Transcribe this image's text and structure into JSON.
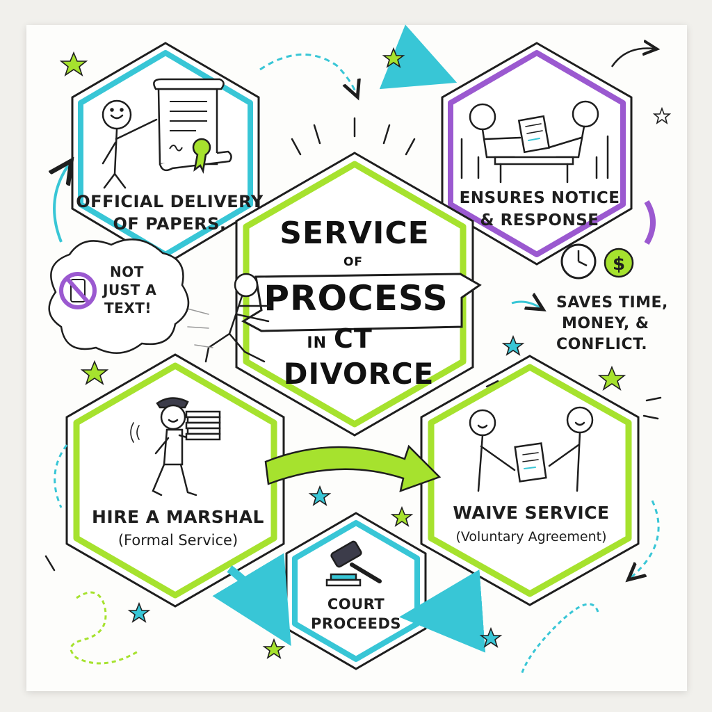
{
  "title": {
    "line1": "SERVICE",
    "line2": "OF",
    "line3": "PROCESS",
    "line4a": "IN",
    "line4b": "CT",
    "line5": "DIVORCE"
  },
  "nodes": {
    "official": {
      "line1": "OFFICIAL DELIVERY",
      "line2": "OF PAPERS."
    },
    "ensures": {
      "line1": "ENSURES NOTICE",
      "line2": "& RESPONSE"
    },
    "marshal": {
      "line1": "HIRE A MARSHAL",
      "line2": "(Formal Service)"
    },
    "waive": {
      "line1": "WAIVE SERVICE",
      "line2": "(Voluntary Agreement)"
    },
    "court": {
      "line1": "COURT",
      "line2": "PROCEEDS"
    }
  },
  "callouts": {
    "not_text": {
      "line1": "NOT",
      "line2": "JUST A",
      "line3": "TEXT!"
    },
    "saves": {
      "line1": "SAVES TIME,",
      "line2": "MONEY, &",
      "line3": "CONFLICT."
    }
  },
  "colors": {
    "lime": "#a6e22e",
    "cyan": "#38c6d6",
    "purple": "#9b59d0",
    "ink": "#1e1e1e"
  },
  "icons": [
    "scroll-icon",
    "handshake-icon",
    "clock-icon",
    "dollar-icon",
    "no-phone-icon",
    "gavel-icon",
    "star-icon",
    "arrow-icon"
  ]
}
